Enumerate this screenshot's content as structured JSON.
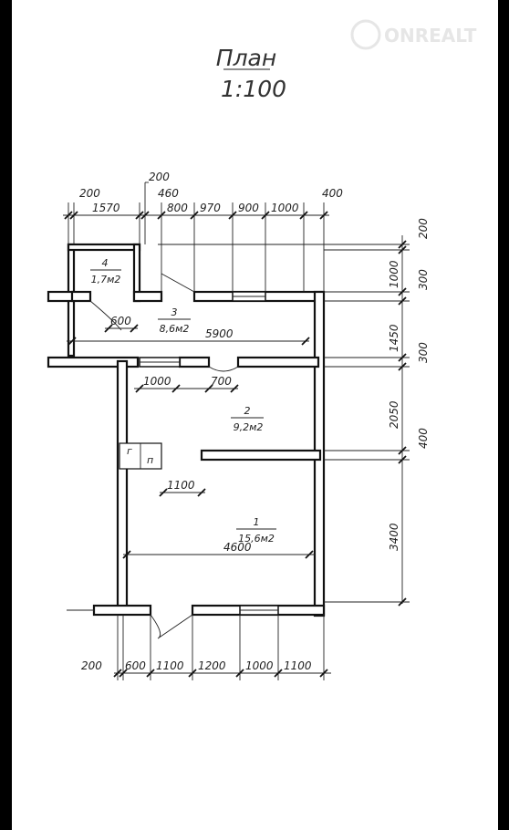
{
  "watermark": "ONREALT",
  "plan": {
    "title": "План",
    "scale": "1:100"
  },
  "rooms": [
    {
      "num": "4",
      "area": "1,7м2"
    },
    {
      "num": "3",
      "area": "8,6м2"
    },
    {
      "num": "2",
      "area": "9,2м2"
    },
    {
      "num": "1",
      "area": "15,6м2"
    }
  ],
  "fixtures": {
    "g": "г",
    "p": "п"
  },
  "dims_top_outer": [
    "200",
    "200",
    "460",
    "400"
  ],
  "dims_top_inner": [
    "1570",
    "800",
    "970",
    "900",
    "1000"
  ],
  "dims_right_outer": [
    "200",
    "300",
    "300",
    "400"
  ],
  "dims_right_inner": [
    "1000",
    "1450",
    "2050",
    "3400"
  ],
  "dims_bottom": [
    "200",
    "600",
    "1100",
    "1200",
    "1000",
    "1100"
  ],
  "dims_interior": {
    "d600": "600",
    "d5900": "5900",
    "d1000": "1000",
    "d700": "700",
    "d1100": "1100",
    "d4600": "4600"
  }
}
